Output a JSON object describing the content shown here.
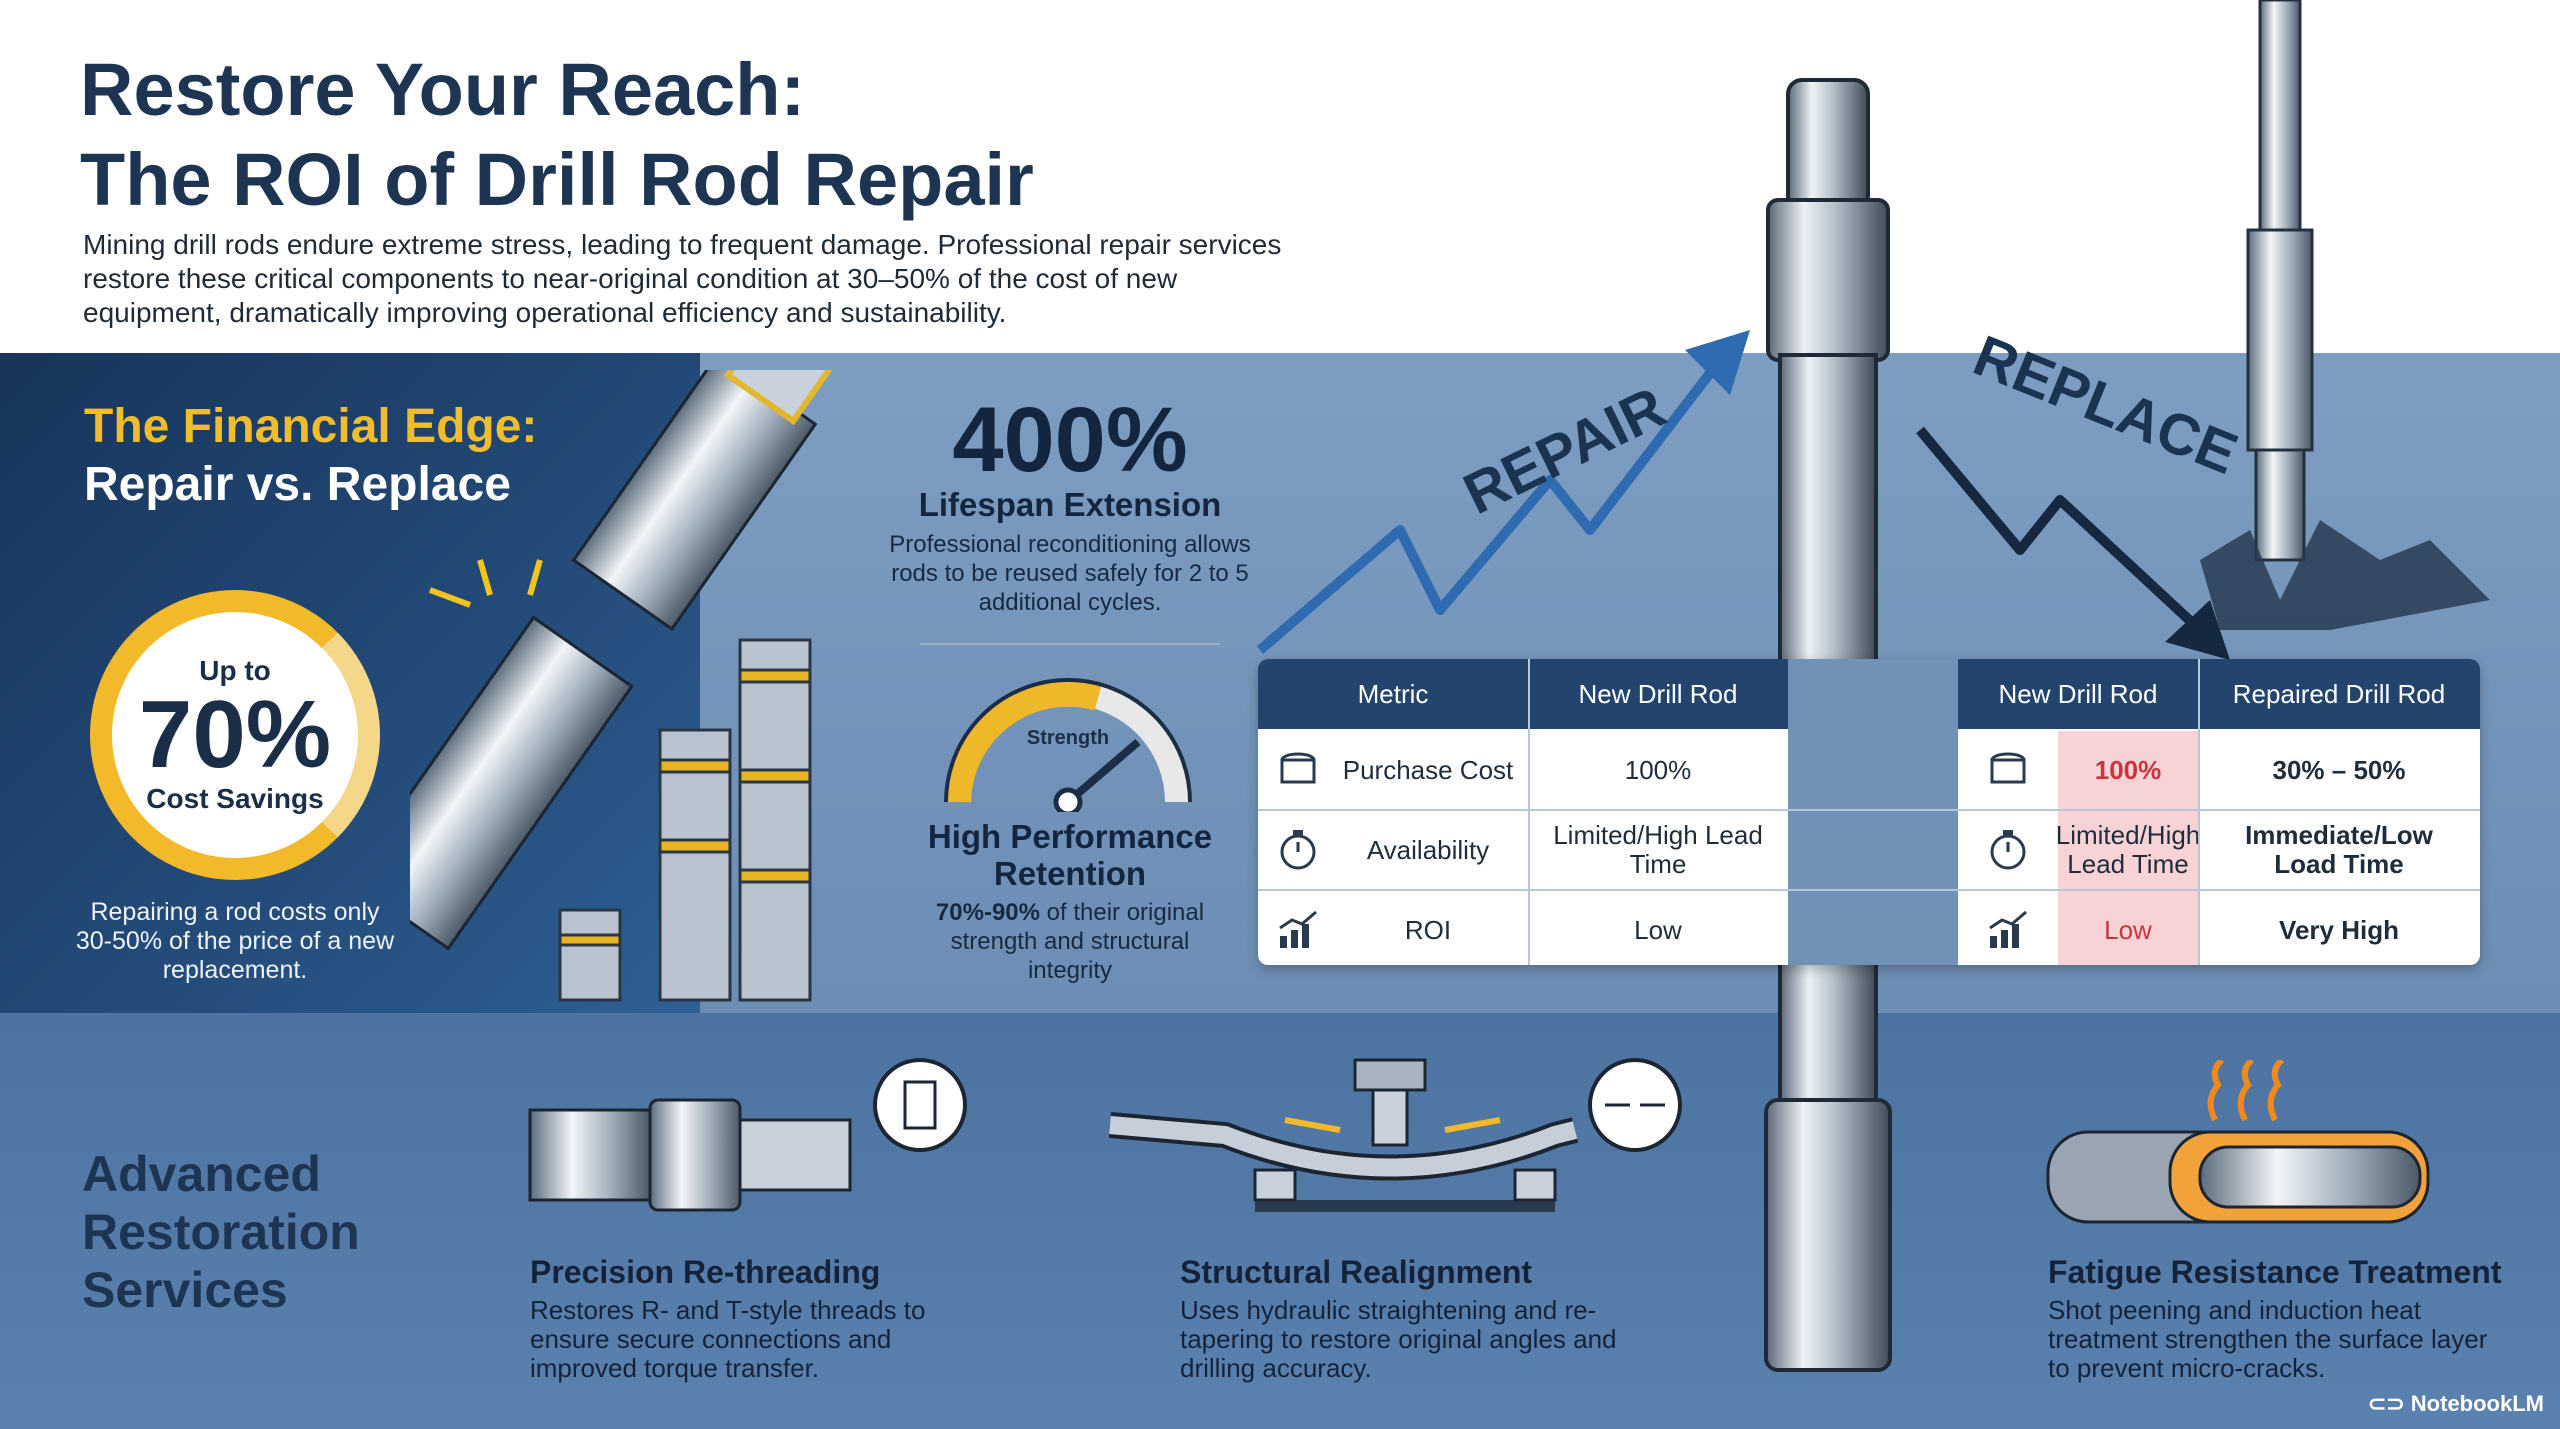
{
  "header": {
    "title_line1": "Restore Your Reach:",
    "title_line2": "The ROI of Drill Rod Repair",
    "intro": "Mining drill rods endure extreme stress, leading to frequent damage. Professional repair services restore these critical components to near-original condition at 30–50% of the cost of new equipment, dramatically improving operational efficiency and sustainability."
  },
  "financial": {
    "title_gold": "The Financial Edge:",
    "title_white": "Repair vs. Replace",
    "circle_top": "Up to",
    "circle_value": "70%",
    "circle_bottom": "Cost Savings",
    "note": "Repairing a rod costs only 30-50% of the price of a new replacement."
  },
  "lifespan": {
    "value": "400%",
    "label": "Lifespan Extension",
    "body": "Professional reconditioning allows rods to be reused safely for 2 to 5 additional cycles."
  },
  "performance": {
    "gauge_label": "Strength",
    "title_line1": "High Performance",
    "title_line2": "Retention",
    "body_bold": "70%-90%",
    "body_rest": " of their original strength and structural integrity"
  },
  "arrows": {
    "repair": "REPAIR",
    "replace": "REPLACE"
  },
  "table": {
    "headers": [
      "Metric",
      "New Drill Rod",
      "New Drill Rod",
      "Repaired Drill Rod"
    ],
    "rows": [
      {
        "icon": "coins-icon",
        "metric": "Purchase Cost",
        "new_left": "100%",
        "new_right": "100%",
        "repaired": "30% – 50%"
      },
      {
        "icon": "stopwatch-icon",
        "metric": "Availability",
        "new_left": "Limited/High Lead Time",
        "new_right": "Limited/High Lead Time",
        "repaired": "Immediate/Low Load Time"
      },
      {
        "icon": "growth-chart-icon",
        "metric": "ROI",
        "new_left": "Low",
        "new_right": "Low",
        "repaired": "Very High"
      }
    ],
    "colors": {
      "header": "#23456d",
      "highlight_bad": "#f8d3d6",
      "bad_text": "#c7363f"
    }
  },
  "services": {
    "title_line1": "Advanced",
    "title_line2": "Restoration",
    "title_line3": "Services",
    "items": [
      {
        "title": "Precision Re-threading",
        "body": "Restores R- and T-style threads to ensure secure connections and improved torque transfer."
      },
      {
        "title": "Structural Realignment",
        "body": "Uses hydraulic straightening and re-tapering to restore original angles and drilling accuracy."
      },
      {
        "title": "Fatigue Resistance Treatment",
        "body": "Shot peening and induction heat treatment strengthen the surface layer to prevent micro-cracks."
      }
    ]
  },
  "credit": "NotebookLM",
  "colors": {
    "navy": "#1d3552",
    "gold": "#f2b92a",
    "steel_blue": "#6688b0",
    "arrow_blue": "#2f6bb0"
  }
}
